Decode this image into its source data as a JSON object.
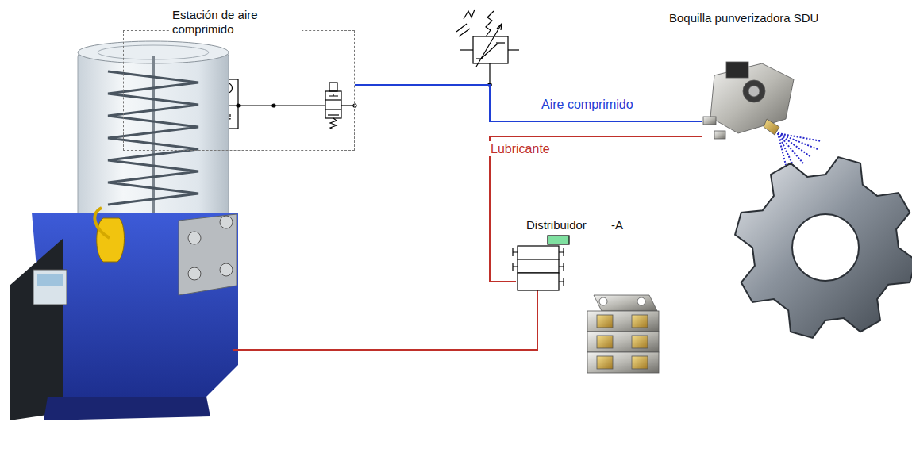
{
  "diagram": {
    "nodes": [
      {
        "text": [
          "Estación de aire comprimido"
        ]
      },
      {
        "text": [
          "Boquilla punverizadora SDU"
        ]
      },
      {
        "text": [
          "Distribuidor",
          "-A"
        ]
      }
    ],
    "edges": [
      {
        "from": 0,
        "to": 1,
        "label": "Aire comprimido",
        "arrow": "none"
      },
      {
        "from": 2,
        "to": 1,
        "label": "Lubricante",
        "arrow": "none"
      }
    ]
  }
}
